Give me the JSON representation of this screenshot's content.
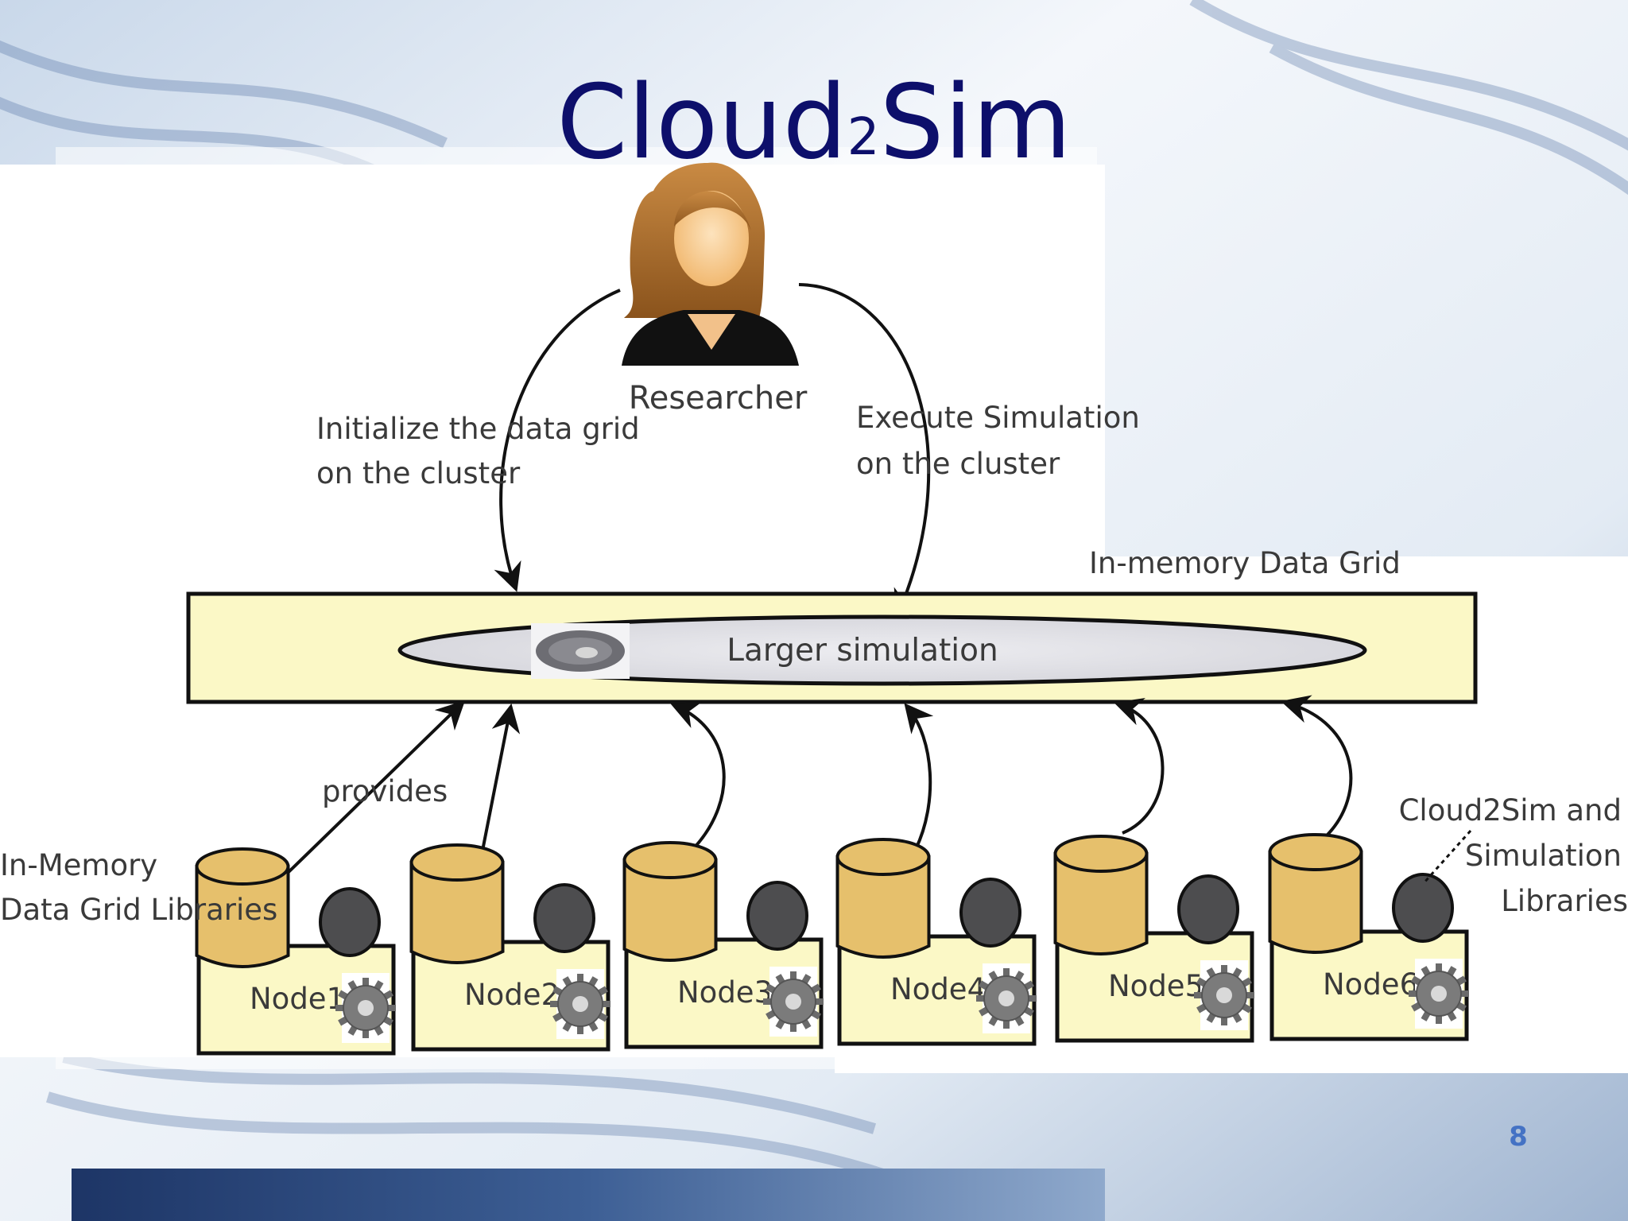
{
  "slide": {
    "title_main": "Cloud",
    "title_sup": "2",
    "title_end": "Sim",
    "page_number": "8"
  },
  "diagram": {
    "actor_label": "Researcher",
    "left_arrow_label": [
      "Initialize the data grid",
      "on the cluster"
    ],
    "right_arrow_label": [
      "Execute Simulation",
      "on the cluster"
    ],
    "grid_label": "In-memory Data Grid",
    "simulation_label": "Larger simulation",
    "provides_label": "provides",
    "libraries_label": [
      "In-Memory",
      "Data Grid Libraries"
    ],
    "sim_libraries_label": [
      "Cloud2Sim and",
      "Simulation",
      "Libraries"
    ],
    "nodes": [
      "Node1",
      "Node2",
      "Node3",
      "Node4",
      "Node5",
      "Node6"
    ]
  },
  "colors": {
    "title": "#0d0f6b",
    "grid_fill": "#fbf8c6",
    "cylinder_fill": "#e6c06c",
    "node_fill": "#fbf8c6",
    "dark_disk": "#4d4d4f",
    "page_number": "#4472c4"
  }
}
